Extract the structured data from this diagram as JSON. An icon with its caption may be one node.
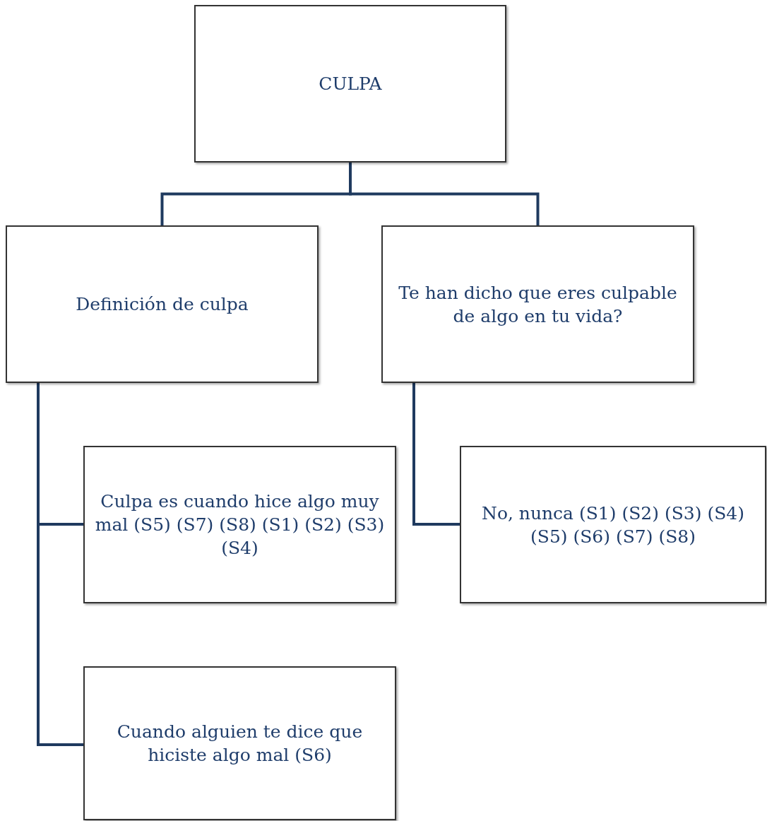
{
  "diagram": {
    "nodes": [
      {
        "text": [
          "CULPA"
        ]
      },
      {
        "text": [
          "Definición de culpa"
        ]
      },
      {
        "text": [
          "Te han dicho que eres culpable de algo en tu vida?"
        ]
      },
      {
        "text": [
          "Culpa es cuando hice algo muy mal (S5) (S7) (S8) (S1) (S2) (S3) (S4)"
        ]
      },
      {
        "text": [
          "Cuando alguien te dice que hiciste algo mal (S6)"
        ]
      },
      {
        "text": [
          "No, nunca (S1) (S2) (S3) (S4) (S5) (S6) (S7) (S8)"
        ]
      }
    ],
    "edges": [
      {
        "from": 0,
        "to": 1,
        "arrow": "none"
      },
      {
        "from": 0,
        "to": 2,
        "arrow": "none"
      },
      {
        "from": 1,
        "to": 3,
        "arrow": "none"
      },
      {
        "from": 1,
        "to": 4,
        "arrow": "none"
      },
      {
        "from": 2,
        "to": 5,
        "arrow": "none"
      }
    ]
  }
}
